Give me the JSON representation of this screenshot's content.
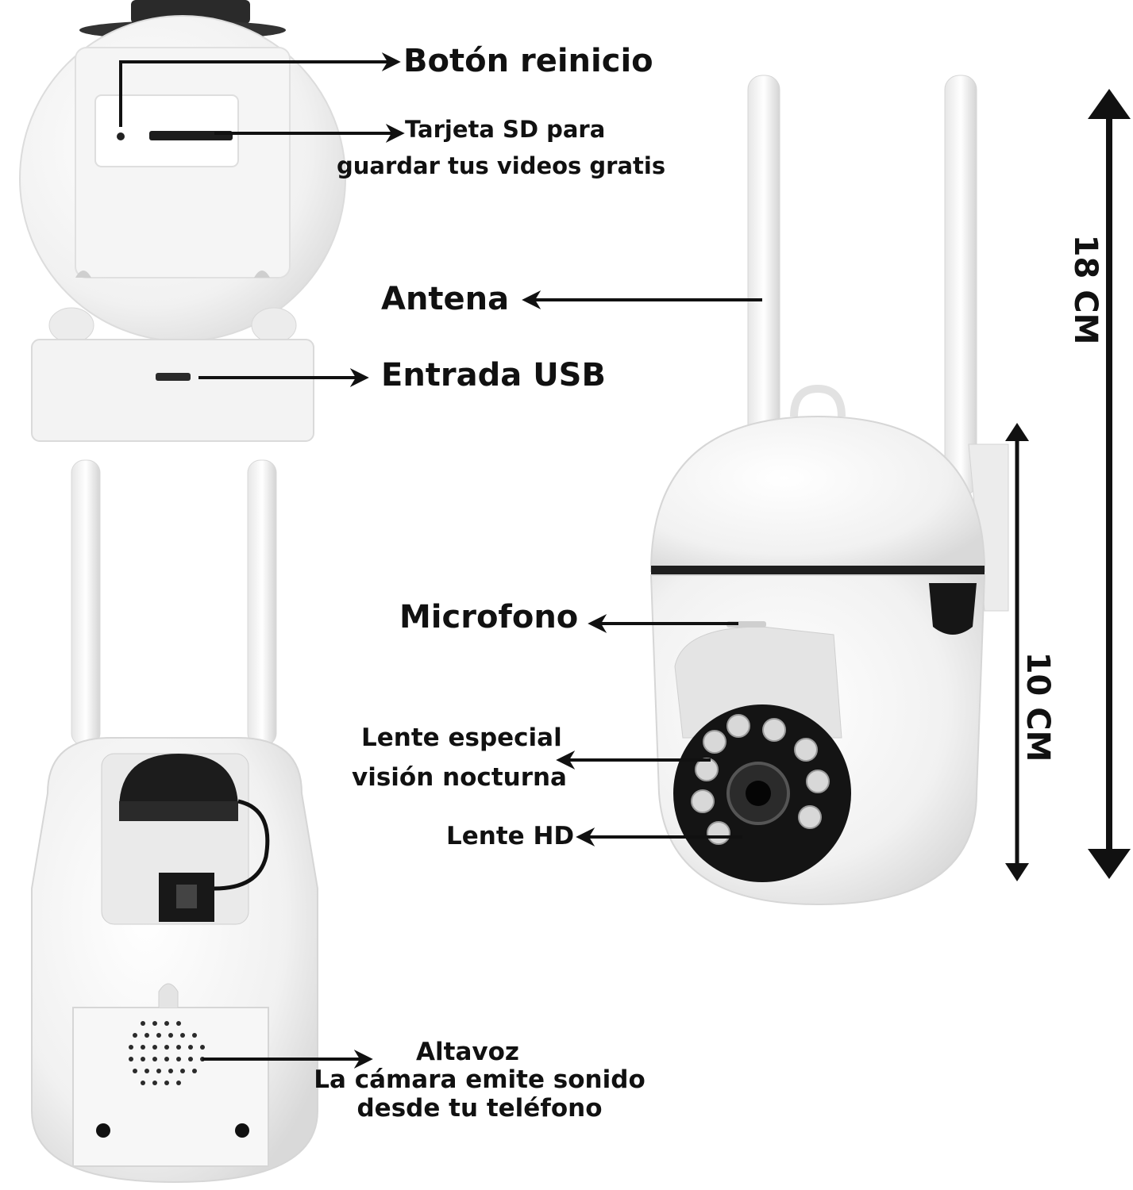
{
  "labels": {
    "reset_button": "Botón reinicio",
    "sd_card_line1": "Tarjeta SD para",
    "sd_card_line2": "guardar tus videos gratis",
    "antenna": "Antena",
    "usb_port": "Entrada USB",
    "microphone": "Microfono",
    "night_lens_line1": "Lente especial",
    "night_lens_line2": "visión nocturna",
    "hd_lens": "Lente HD",
    "speaker_title": "Altavoz",
    "speaker_line2": "La cámara emite sonido",
    "speaker_line3": "desde tu teléfono"
  },
  "dimensions": {
    "total_height": "18 CM",
    "body_height": "10 CM"
  },
  "colors": {
    "text": "#111111",
    "camera_body": "#f2f2f2",
    "camera_shadow": "#d6d6d6",
    "lens_black": "#141414"
  }
}
